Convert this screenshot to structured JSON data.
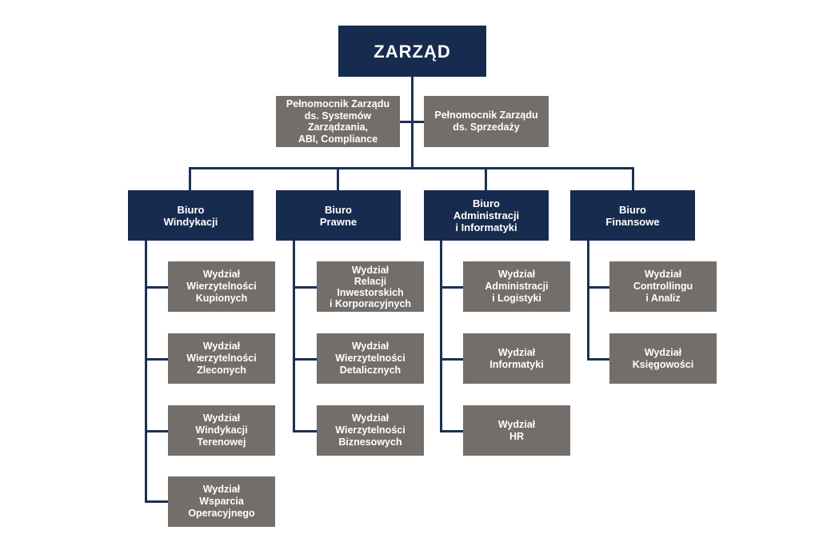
{
  "colors": {
    "navy": "#172b4e",
    "gray": "#746e6b",
    "connector": "#1c3153"
  },
  "board": "ZARZĄD",
  "plenipotentiaries": [
    "Pełnomocnik Zarządu\nds. Systemów\nZarządzania,\nABI, Compliance",
    "Pełnomocnik Zarządu\nds. Sprzedaży"
  ],
  "offices": [
    {
      "name": "Biuro\nWindykacji",
      "departments": [
        "Wydział\nWierzytelności\nKupionych",
        "Wydział\nWierzytelności\nZleconych",
        "Wydział\nWindykacji\nTerenowej",
        "Wydział\nWsparcia\nOperacyjnego"
      ]
    },
    {
      "name": "Biuro\nPrawne",
      "departments": [
        "Wydział\nRelacji\nInwestorskich\ni Korporacyjnych",
        "Wydział\nWierzytelności\nDetalicznych",
        "Wydział\nWierzytelności\nBiznesowych"
      ]
    },
    {
      "name": "Biuro\nAdministracji\ni Informatyki",
      "departments": [
        "Wydział\nAdministracji\ni Logistyki",
        "Wydział\nInformatyki",
        "Wydział\nHR"
      ]
    },
    {
      "name": "Biuro\nFinansowe",
      "departments": [
        "Wydział\nControllingu\ni Analiz",
        "Wydział\nKsięgowości"
      ]
    }
  ]
}
